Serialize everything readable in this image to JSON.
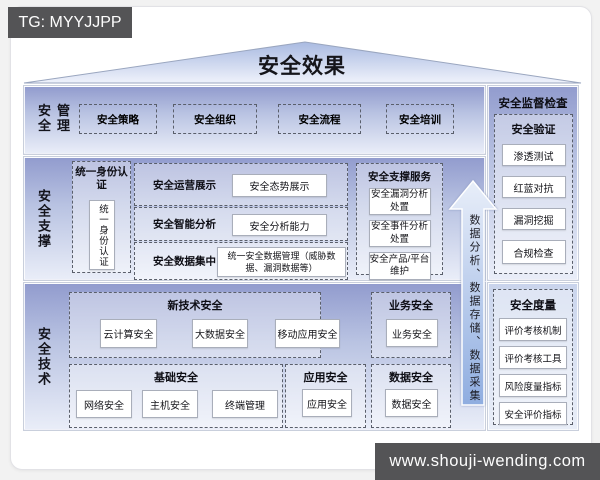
{
  "badge": {
    "tg": "TG: MYYJJPP"
  },
  "watermark": {
    "url": "www.shouji-wending.com"
  },
  "roof": {
    "title": "安全效果"
  },
  "rows": {
    "management": {
      "label": "安全管理",
      "items": [
        "安全策略",
        "安全组织",
        "安全流程",
        "安全培训"
      ]
    },
    "support": {
      "label": "安全支撑",
      "identity": {
        "title": "统一身份认证",
        "box": "统一身份认证"
      },
      "groups": [
        {
          "title": "安全运营展示",
          "box": "安全态势展示"
        },
        {
          "title": "安全智能分析",
          "box": "安全分析能力"
        },
        {
          "title": "安全数据集中",
          "box": "统一安全数据管理（威胁数据、漏洞数据等）"
        }
      ],
      "services": {
        "title": "安全支撑服务",
        "items": [
          "安全漏洞分析处置",
          "安全事件分析处置",
          "安全产品/平台维护"
        ]
      }
    },
    "technology": {
      "label": "安全技术",
      "groups": [
        {
          "title": "新技术安全",
          "items": [
            "云计算安全",
            "大数据安全",
            "移动应用安全"
          ]
        },
        {
          "title": "业务安全",
          "items": [
            "业务安全"
          ]
        },
        {
          "title": "基础安全",
          "items": [
            "网络安全",
            "主机安全",
            "终端管理"
          ]
        },
        {
          "title": "应用安全",
          "items": [
            "应用安全"
          ]
        },
        {
          "title": "数据安全",
          "items": [
            "数据安全"
          ]
        }
      ]
    }
  },
  "arrow": {
    "label": "数据分析、数据存储、数据采集"
  },
  "sidebar": {
    "supervision": {
      "title": "安全监督检查",
      "group": "安全验证",
      "items": [
        "渗透测试",
        "红蓝对抗",
        "漏洞挖掘",
        "合规检查"
      ]
    },
    "metrics": {
      "title": "安全度量",
      "items": [
        "评价考核机制",
        "评价考核工具",
        "风险度量指标",
        "安全评价指标"
      ]
    }
  },
  "colors": {
    "dark_badge": "#545456",
    "panel_blue_top": "#929cce",
    "panel_blue_bottom": "#e9edf8",
    "arrow_blue": "#8fade0"
  }
}
